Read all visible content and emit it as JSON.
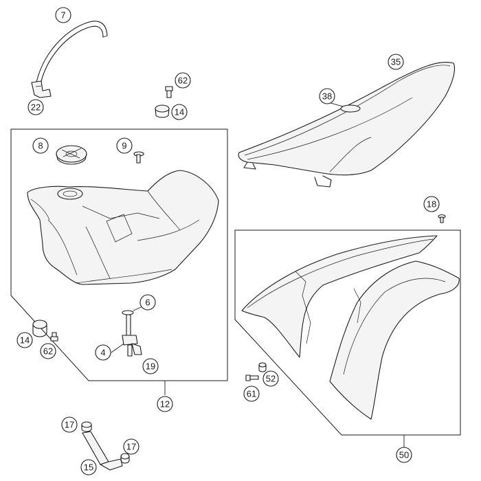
{
  "callouts": {
    "c7": "7",
    "c22": "22",
    "c62a": "62",
    "c14a": "14",
    "c35": "35",
    "c38": "38",
    "c8": "8",
    "c9": "9",
    "c18": "18",
    "c6": "6",
    "c14b": "14",
    "c62b": "62",
    "c4": "4",
    "c19": "19",
    "c12": "12",
    "c52": "52",
    "c61": "61",
    "c17a": "17",
    "c17b": "17",
    "c15": "15",
    "c50": "50"
  },
  "colors": {
    "line": "#1a1a1a",
    "background": "#ffffff",
    "fill": "#f4f4f4"
  }
}
